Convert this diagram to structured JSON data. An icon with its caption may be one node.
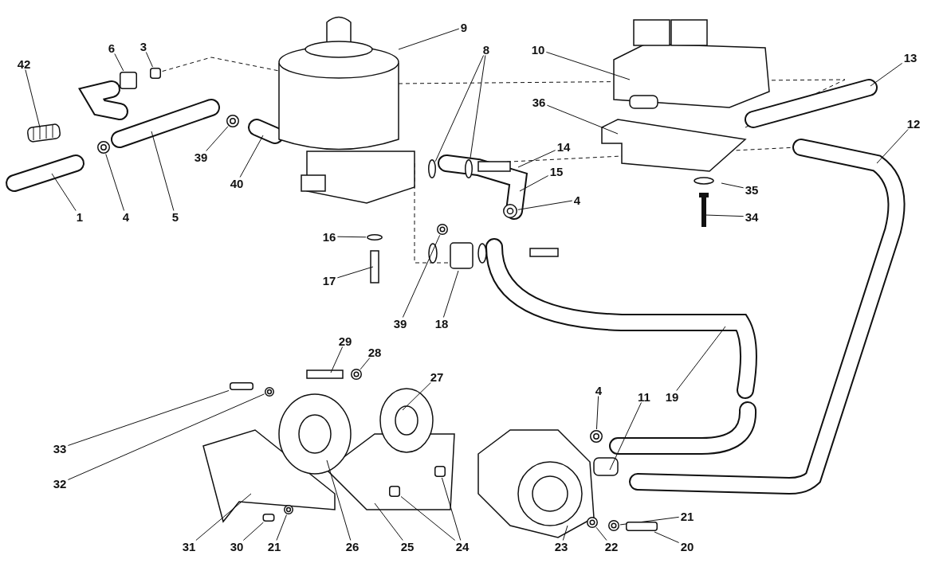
{
  "diagram": {
    "nodes": [
      {
        "text": [
          "1"
        ]
      },
      {
        "text": [
          "42"
        ]
      },
      {
        "text": [
          "6"
        ]
      },
      {
        "text": [
          "3"
        ]
      },
      {
        "text": [
          "4"
        ]
      },
      {
        "text": [
          "5"
        ]
      },
      {
        "text": [
          "39"
        ]
      },
      {
        "text": [
          "40"
        ]
      },
      {
        "text": [
          "9"
        ]
      },
      {
        "text": [
          "8"
        ]
      },
      {
        "text": [
          "10"
        ]
      },
      {
        "text": [
          "36"
        ]
      },
      {
        "text": [
          "13"
        ]
      },
      {
        "text": [
          "12"
        ]
      },
      {
        "text": [
          "14"
        ]
      },
      {
        "text": [
          "15"
        ]
      },
      {
        "text": [
          "4"
        ]
      },
      {
        "text": [
          "35"
        ]
      },
      {
        "text": [
          "34"
        ]
      },
      {
        "text": [
          "16"
        ]
      },
      {
        "text": [
          "17"
        ]
      },
      {
        "text": [
          "39"
        ]
      },
      {
        "text": [
          "18"
        ]
      },
      {
        "text": [
          "19"
        ]
      },
      {
        "text": [
          "29"
        ]
      },
      {
        "text": [
          "28"
        ]
      },
      {
        "text": [
          "27"
        ]
      },
      {
        "text": [
          "4"
        ]
      },
      {
        "text": [
          "11"
        ]
      },
      {
        "text": [
          "33"
        ]
      },
      {
        "text": [
          "32"
        ]
      },
      {
        "text": [
          "31"
        ]
      },
      {
        "text": [
          "30"
        ]
      },
      {
        "text": [
          "21"
        ]
      },
      {
        "text": [
          "26"
        ]
      },
      {
        "text": [
          "25"
        ]
      },
      {
        "text": [
          "24"
        ]
      },
      {
        "text": [
          "23"
        ]
      },
      {
        "text": [
          "22"
        ]
      },
      {
        "text": [
          "21"
        ]
      },
      {
        "text": [
          "20"
        ]
      },
      {
        "text": [],
        "shape": "circle"
      },
      {
        "text": [],
        "shape": "box"
      },
      {
        "text": [],
        "shape": "box"
      },
      {
        "text": [],
        "shape": "circle"
      },
      {
        "text": [],
        "shape": "box"
      },
      {
        "text": [],
        "shape": "box"
      },
      {
        "text": [],
        "shape": "circle"
      },
      {
        "text": [],
        "shape": "circle"
      },
      {
        "text": [],
        "shape": "circle"
      },
      {
        "text": [],
        "shape": "ellipse"
      },
      {
        "text": [],
        "shape": "box"
      },
      {
        "text": [],
        "shape": "ellipse"
      },
      {
        "text": [],
        "shape": "box"
      },
      {
        "text": [],
        "shape": "circle"
      },
      {
        "text": [],
        "shape": "ellipse"
      },
      {
        "text": [],
        "shape": "circle"
      },
      {
        "text": [],
        "shape": "circle"
      },
      {
        "text": [],
        "shape": "circle"
      },
      {
        "text": [],
        "shape": "circle"
      },
      {
        "text": [],
        "shape": "box"
      }
    ],
    "edges": [
      {
        "from": 0,
        "to": null,
        "arrow": "none"
      },
      {
        "from": 1,
        "to": null,
        "arrow": "none"
      },
      {
        "from": 2,
        "to": 42,
        "arrow": "none"
      },
      {
        "from": 3,
        "to": 43,
        "arrow": "none"
      },
      {
        "from": 4,
        "to": 41,
        "arrow": "none"
      },
      {
        "from": 5,
        "to": null,
        "arrow": "none"
      },
      {
        "from": 6,
        "to": 44,
        "arrow": "none"
      },
      {
        "from": 7,
        "to": null,
        "arrow": "none"
      },
      {
        "from": 8,
        "to": null,
        "arrow": "none"
      },
      {
        "from": 9,
        "to": 52,
        "arrow": "none"
      },
      {
        "from": 9,
        "to": 55,
        "arrow": "none"
      },
      {
        "from": 10,
        "to": null,
        "arrow": "none"
      },
      {
        "from": 11,
        "to": null,
        "arrow": "none"
      },
      {
        "from": 12,
        "to": null,
        "arrow": "none"
      },
      {
        "from": 13,
        "to": null,
        "arrow": "none"
      },
      {
        "from": 14,
        "to": null,
        "arrow": "none"
      },
      {
        "from": 15,
        "to": null,
        "arrow": "none"
      },
      {
        "from": 16,
        "to": 56,
        "arrow": "none"
      },
      {
        "from": 17,
        "to": null,
        "arrow": "none"
      },
      {
        "from": 18,
        "to": null,
        "arrow": "none"
      },
      {
        "from": 19,
        "to": 50,
        "arrow": "none"
      },
      {
        "from": 20,
        "to": null,
        "arrow": "none"
      },
      {
        "from": 21,
        "to": 54,
        "arrow": "none"
      },
      {
        "from": 22,
        "to": null,
        "arrow": "none"
      },
      {
        "from": 23,
        "to": null,
        "arrow": "none"
      },
      {
        "from": 24,
        "to": null,
        "arrow": "none"
      },
      {
        "from": 25,
        "to": 49,
        "arrow": "none"
      },
      {
        "from": 26,
        "to": null,
        "arrow": "none"
      },
      {
        "from": 27,
        "to": 58,
        "arrow": "none"
      },
      {
        "from": 28,
        "to": null,
        "arrow": "none"
      },
      {
        "from": 29,
        "to": 45,
        "arrow": "none"
      },
      {
        "from": 30,
        "to": 47,
        "arrow": "none"
      },
      {
        "from": 31,
        "to": null,
        "arrow": "none"
      },
      {
        "from": 32,
        "to": 46,
        "arrow": "none"
      },
      {
        "from": 33,
        "to": 48,
        "arrow": "none"
      },
      {
        "from": 34,
        "to": null,
        "arrow": "none"
      },
      {
        "from": 35,
        "to": null,
        "arrow": "none"
      },
      {
        "from": 36,
        "to": 51,
        "arrow": "none"
      },
      {
        "from": 36,
        "to": 53,
        "arrow": "none"
      },
      {
        "from": 37,
        "to": null,
        "arrow": "none"
      },
      {
        "from": 38,
        "to": 57,
        "arrow": "none"
      },
      {
        "from": 39,
        "to": 59,
        "arrow": "none"
      },
      {
        "from": 40,
        "to": 60,
        "arrow": "none"
      }
    ]
  }
}
